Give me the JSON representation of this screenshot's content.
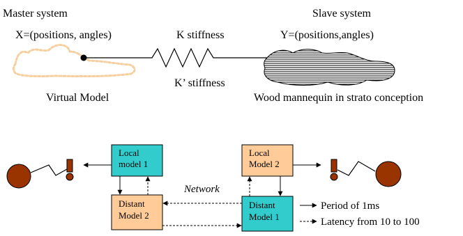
{
  "top": {
    "master_system": "Master system",
    "slave_system": "Slave system",
    "x_label": "X=(positions, angles)",
    "y_label": "Y=(positions,angles)",
    "k_stiffness": "K stiffness",
    "k_prime_stiffness": "K’ stiffness",
    "virtual_model": "Virtual Model",
    "wood_mannequin": "Wood mannequin in strato conception"
  },
  "bottom": {
    "local_model_1": [
      "Local",
      "model 1"
    ],
    "local_model_2": [
      "Local",
      "Model 2"
    ],
    "distant_model_2": [
      "Distant",
      "Model 2"
    ],
    "distant_model_1": [
      "Distant",
      "Model 1"
    ],
    "network": "Network",
    "legend": {
      "solid": "Period of 1ms",
      "dashed": "Latency from 10 to 100"
    }
  },
  "colors": {
    "cyan_box": "#33cccc",
    "peach_box": "#ffcc99",
    "haptic_brown": "#993300",
    "virtual_outline": "#f5cfa0"
  }
}
